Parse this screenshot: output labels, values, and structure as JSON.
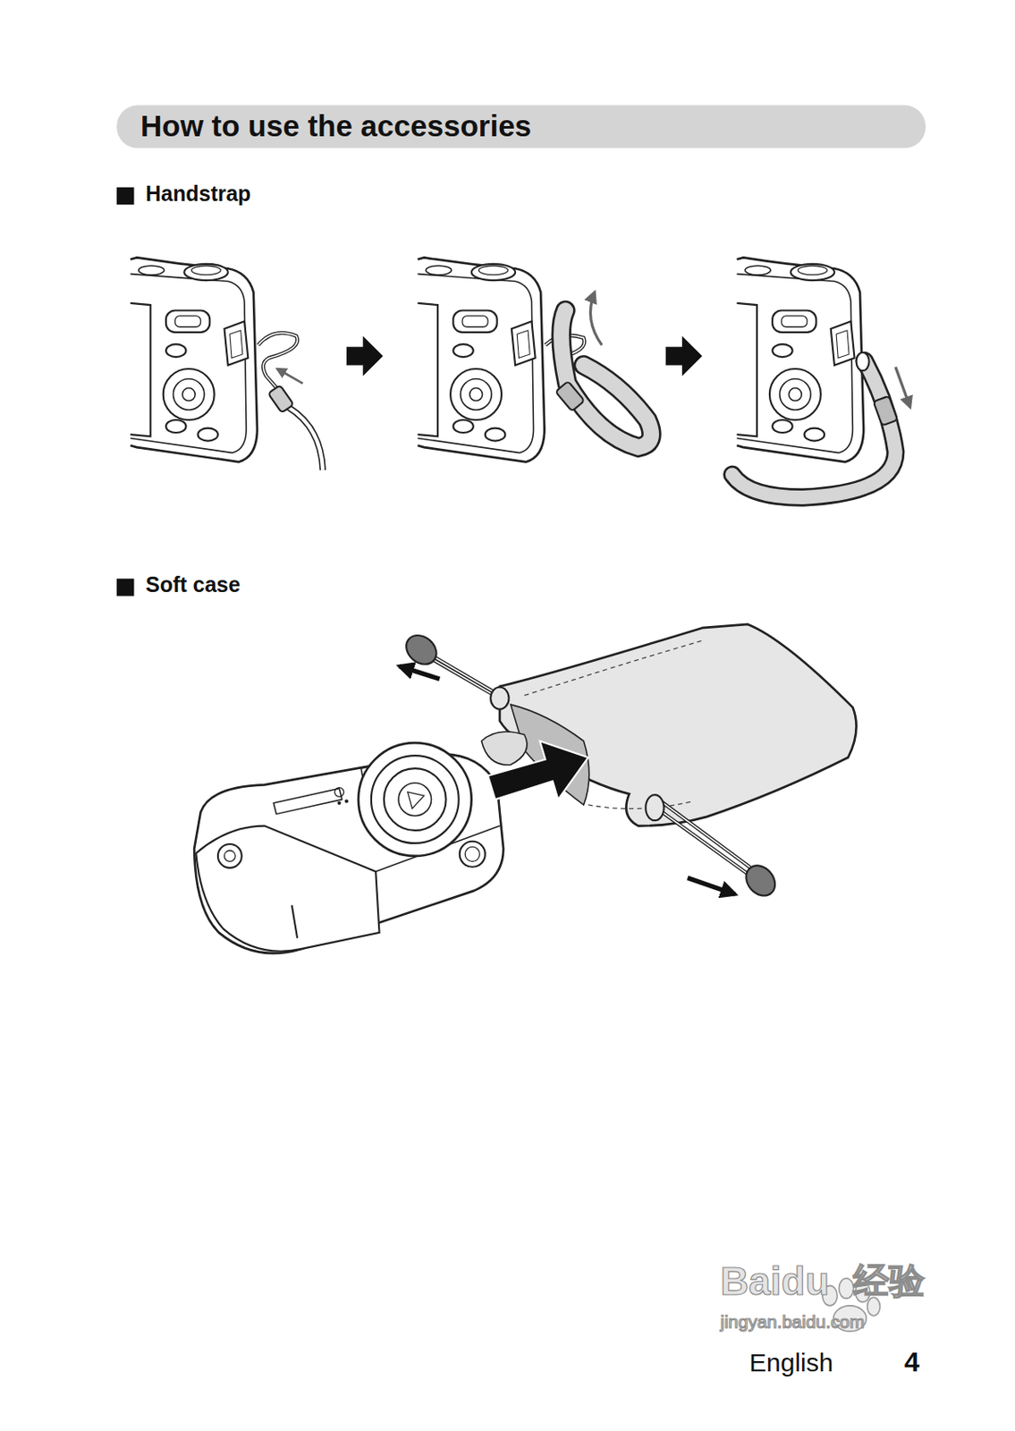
{
  "diagram": {
    "title": "How to use the accessories",
    "labels": [
      "Handstrap",
      "Soft case",
      "Baidu",
      "经验",
      "jingyan.baidu.com",
      "English",
      "4"
    ]
  }
}
